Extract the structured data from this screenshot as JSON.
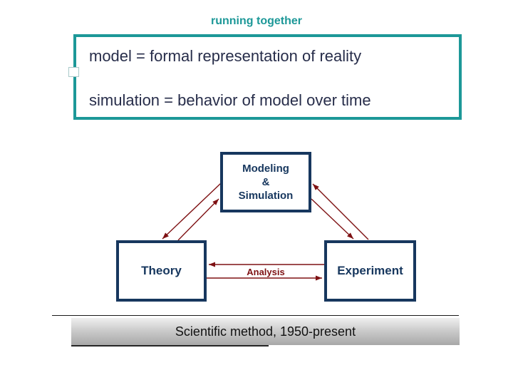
{
  "slide": {
    "title": "running together",
    "definitions": {
      "line1": "model = formal representation of reality",
      "line2": "simulation = behavior of model over time"
    },
    "diagram": {
      "top_box_lines": [
        "Modeling",
        "&",
        "Simulation"
      ],
      "theory_label": "Theory",
      "experiment_label": "Experiment",
      "analysis_label": "Analysis"
    },
    "banner": {
      "text": "Scientific method, 1950-present"
    },
    "colors": {
      "title_teal": "#1d9898",
      "box_navy": "#17375e",
      "arrow_maroon": "#7e1113",
      "definition_text": "#272d4a",
      "banner_text": "#111111"
    }
  }
}
